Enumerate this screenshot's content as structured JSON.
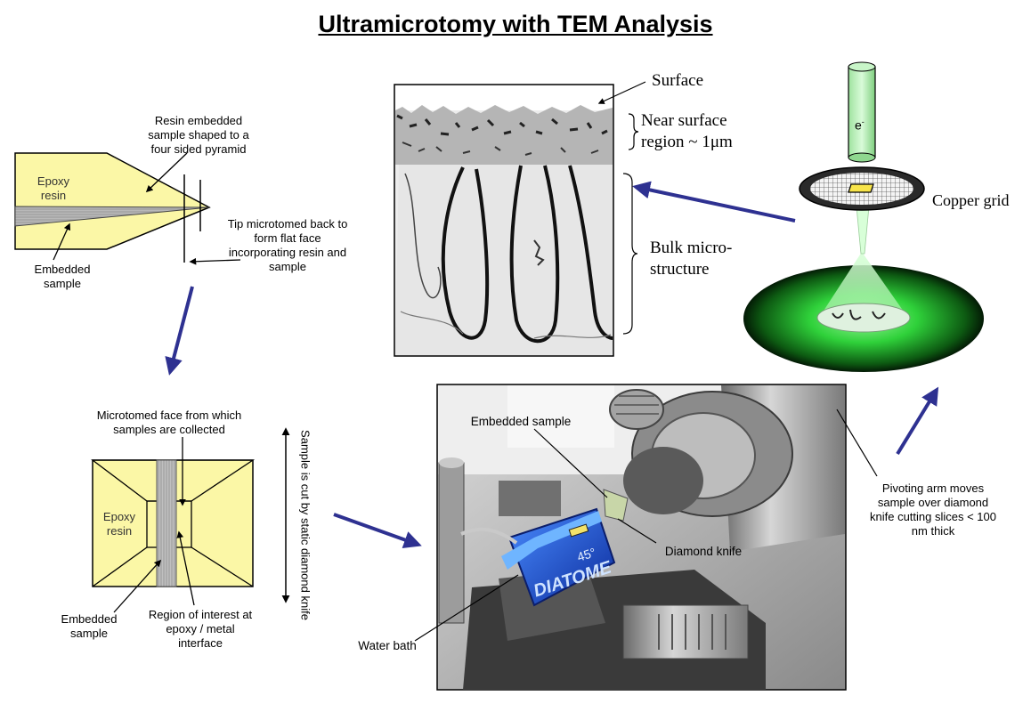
{
  "title": "Ultramicrotomy with TEM Analysis",
  "pyramid": {
    "resin_label": "Epoxy\nresin",
    "sample_label": "Embedded\nsample",
    "shape_note": "Resin embedded\nsample shaped to a\nfour sided pyramid",
    "tip_note": "Tip microtomed back to\nform flat face\nincorporating resin and\nsample"
  },
  "face_view": {
    "top_note": "Microtomed face from which\nsamples are collected",
    "resin_label": "Epoxy\nresin",
    "sample_label": "Embedded\nsample",
    "roi_label": "Region of interest at\nepoxy / metal\ninterface",
    "cut_label": "Sample is cut by static diamond  knife"
  },
  "micrograph": {
    "surface": "Surface",
    "near_surface": "Near surface\nregion ~ 1μm",
    "bulk": "Bulk micro-\nstructure"
  },
  "tem": {
    "electron": "e",
    "electron_sup": "-",
    "grid_label": "Copper grid"
  },
  "photo": {
    "embedded_sample": "Embedded sample",
    "diamond_knife": "Diamond knife",
    "water_bath": "Water bath",
    "brand": "DIATOME",
    "angle": "45°",
    "pivot_note": "Pivoting arm moves\nsample over diamond\nknife cutting slices < 100\nnm thick"
  },
  "colors": {
    "resin": "#fbf7a6",
    "arrow": "#2e3191",
    "tem_glow": "#2fd13a"
  }
}
